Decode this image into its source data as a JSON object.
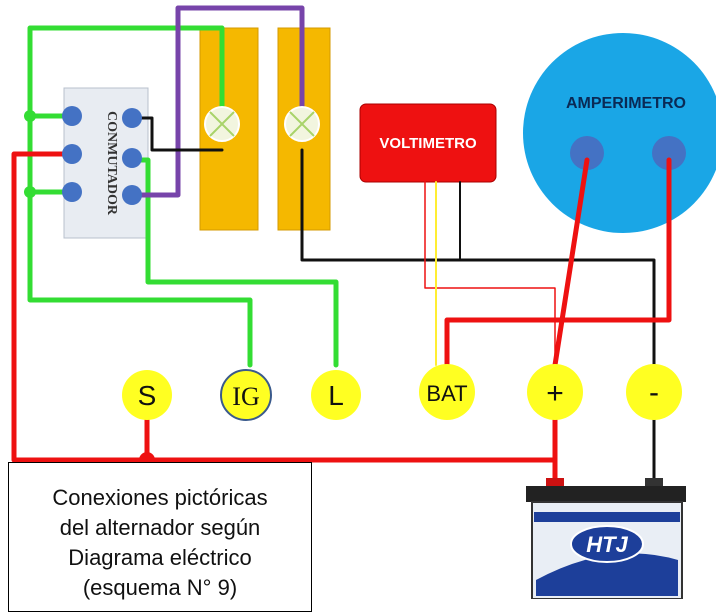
{
  "labels": {
    "conmutador": "CONMUTADOR",
    "voltimetro": "VOLTIMETRO",
    "amperimetro": "AMPERIMETRO"
  },
  "terminals": {
    "s": "S",
    "ig": "IG",
    "l": "L",
    "bat": "BAT",
    "plus": "+",
    "minus": "-"
  },
  "battery": {
    "brand": "HTJ"
  },
  "caption": {
    "line1": "Conexiones pictóricas",
    "line2": "del alternador según",
    "line3": "Diagrama eléctrico",
    "line4": "(esquema N° 9)"
  },
  "colors": {
    "wire_green": "#33dd33",
    "wire_red": "#ee1111",
    "wire_purple": "#7744aa",
    "wire_black": "#111111",
    "wire_yellow": "#ffee33",
    "terminal_yellow": "#ffff22",
    "lamp_panel": "#f5b800",
    "voltimetro_red": "#ee1111",
    "amperimetro_blue": "#1aa6e6",
    "switch_dot": "#4472c4"
  }
}
